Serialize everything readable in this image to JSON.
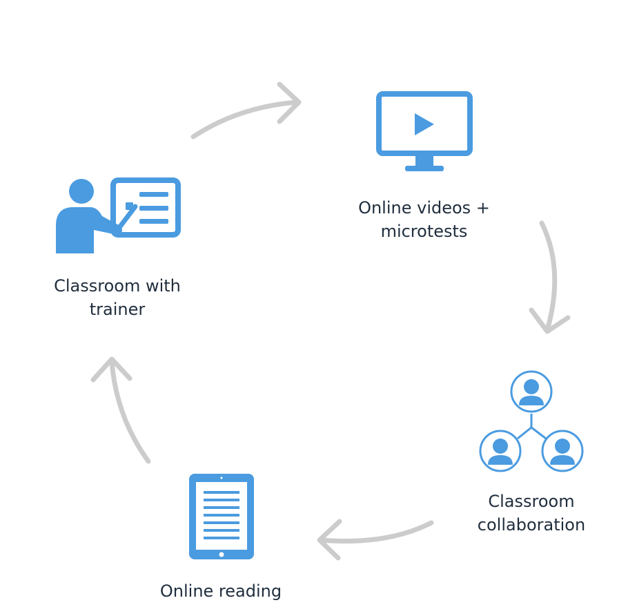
{
  "colors": {
    "icon": "#4a9be0",
    "arrow": "#cccccc",
    "text": "#1f2d3d",
    "background": "#ffffff"
  },
  "cycle": {
    "direction": "clockwise",
    "nodes": [
      {
        "id": "classroom-trainer",
        "icon": "teacher-board-icon",
        "label_lines": [
          "Classroom with",
          "trainer"
        ]
      },
      {
        "id": "online-videos",
        "icon": "video-monitor-icon",
        "label_lines": [
          "Online videos +",
          "microtests"
        ]
      },
      {
        "id": "classroom-collaboration",
        "icon": "team-network-icon",
        "label_lines": [
          "Classroom",
          "collaboration"
        ]
      },
      {
        "id": "online-reading",
        "icon": "tablet-document-icon",
        "label_lines": [
          "Online reading"
        ]
      }
    ]
  }
}
